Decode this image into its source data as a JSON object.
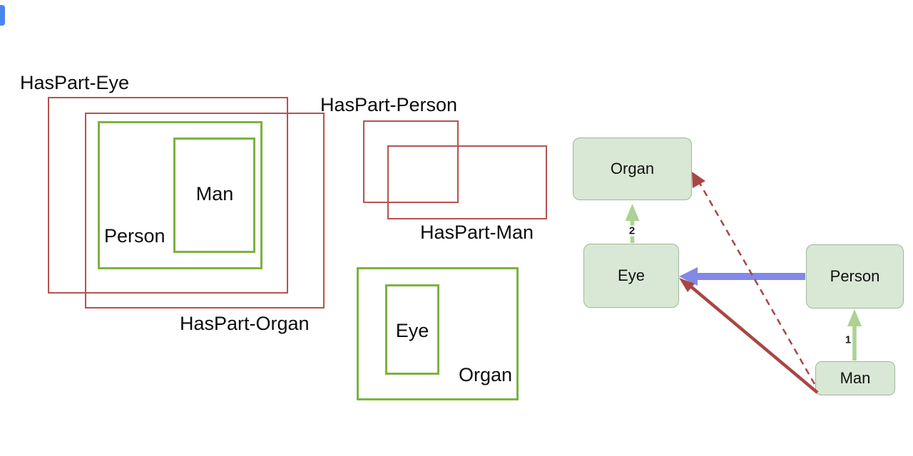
{
  "colors": {
    "red_outline": "#b5534f",
    "green_outline": "#7cb33f",
    "node_fill": "#d9e8d5",
    "node_stroke": "#9cb897",
    "green_arrow": "#abd293",
    "blue_arrow": "#8289e6",
    "red_arrow": "#a94643",
    "blue_bar": "#4a86f0"
  },
  "left_diagram": {
    "haspart_eye_label": "HasPart-Eye",
    "haspart_organ_label": "HasPart-Organ",
    "person_label": "Person",
    "man_label": "Man"
  },
  "middle_diagram": {
    "haspart_person_label": "HasPart-Person",
    "haspart_man_label": "HasPart-Man",
    "organ_label": "Organ",
    "eye_label": "Eye"
  },
  "graph": {
    "nodes": [
      {
        "id": "organ",
        "label": "Organ"
      },
      {
        "id": "eye",
        "label": "Eye"
      },
      {
        "id": "person",
        "label": "Person"
      },
      {
        "id": "man",
        "label": "Man"
      }
    ],
    "edges": [
      {
        "from": "Eye",
        "to": "Organ",
        "label": "2",
        "style": "green-solid"
      },
      {
        "from": "Man",
        "to": "Person",
        "label": "1",
        "style": "green-solid"
      },
      {
        "from": "Person",
        "to": "Eye",
        "label": "",
        "style": "blue-solid"
      },
      {
        "from": "Man",
        "to": "Eye",
        "label": "",
        "style": "red-solid"
      },
      {
        "from": "Man",
        "to": "Organ",
        "label": "",
        "style": "red-dashed"
      }
    ]
  }
}
